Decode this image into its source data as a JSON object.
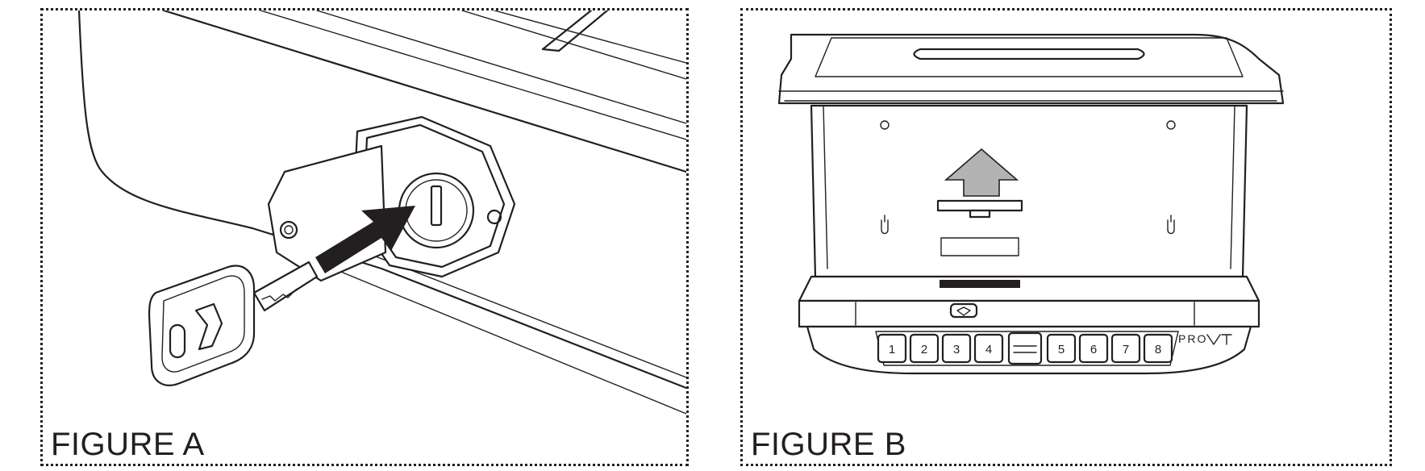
{
  "figures": [
    {
      "caption": "FIGURE A"
    },
    {
      "caption": "FIGURE B"
    }
  ],
  "keypad": {
    "left_keys": [
      "1",
      "2",
      "3",
      "4"
    ],
    "right_keys": [
      "5",
      "6",
      "7",
      "8"
    ]
  },
  "brand_text": "PRO",
  "colors": {
    "line": "#231f20",
    "arrow_dark": "#231f20",
    "arrow_gray": "#b3b3b3"
  }
}
